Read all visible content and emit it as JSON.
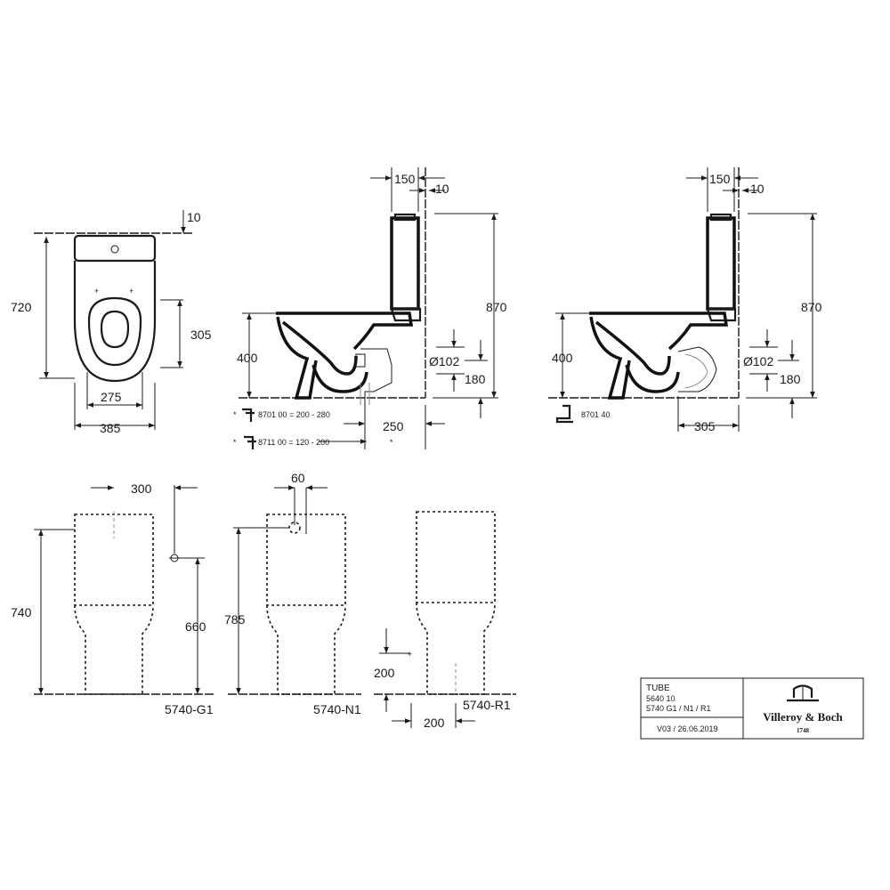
{
  "top_view": {
    "dim_top": "10",
    "dim_height": "720",
    "dim_seat": "305",
    "dim_inner_width": "275",
    "dim_outer_width": "385"
  },
  "side_view_left": {
    "dim_150": "150",
    "dim_10": "10",
    "dim_870": "870",
    "dim_400": "400",
    "dim_102": "Ø102",
    "dim_180": "180",
    "dim_250": "250",
    "star": "*",
    "accessory_1_star": "*",
    "accessory_1": "8701 00 = 200 - 280",
    "accessory_2_star": "*",
    "accessory_2": "8711 00 = 120 - 200"
  },
  "side_view_right": {
    "dim_150": "150",
    "dim_10": "10",
    "dim_870": "870",
    "dim_400": "400",
    "dim_102": "Ø102",
    "dim_180": "180",
    "dim_305": "305",
    "accessory": "8701 40"
  },
  "front_views": {
    "g1": {
      "dim_300": "300",
      "dim_740": "740",
      "dim_660": "660",
      "code": "5740-G1"
    },
    "n1": {
      "dim_60": "60",
      "dim_785": "785",
      "code": "5740-N1"
    },
    "r1": {
      "dim_200v": "200",
      "dim_200h": "200",
      "code": "5740-R1"
    }
  },
  "title_block": {
    "product": "TUBE",
    "line2": "5640 10",
    "line3": "5740 G1 / N1 / R1",
    "version": "V03 / 26.06.2019",
    "brand": "Villeroy & Boch",
    "year": "1748"
  }
}
